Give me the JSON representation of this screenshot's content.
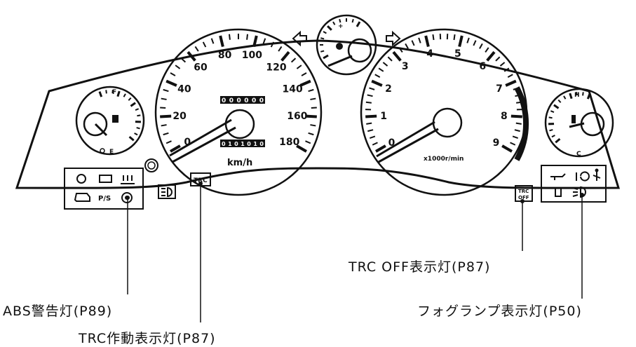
{
  "speedometer": {
    "labels": [
      "0",
      "20",
      "40",
      "60",
      "80",
      "100",
      "120",
      "140",
      "160",
      "180"
    ],
    "unit": "km/h",
    "odometer": "0 0 0 0 0 0",
    "tripmeter": "0 1 0 1 0 1 0"
  },
  "tachometer": {
    "labels": [
      "0",
      "1",
      "2",
      "3",
      "4",
      "5",
      "6",
      "7",
      "8",
      "9"
    ],
    "unit": "x1000r/min"
  },
  "fuel_gauge": {
    "full": "F",
    "empty": "E"
  },
  "temp_gauge": {
    "hot": "H",
    "cold": "C"
  },
  "indicators": {
    "trc": "TRC",
    "trc_off_line1": "TRC",
    "trc_off_line2": "OFF",
    "ps": "P/S",
    "boost_plus": "+"
  },
  "callouts": {
    "trc_off": "TRC OFF表示灯(P87)",
    "abs": "ABS警告灯(P89)",
    "fog": "フォグランプ表示灯(P50)",
    "trc_active": "TRC作動表示灯(P87)"
  }
}
